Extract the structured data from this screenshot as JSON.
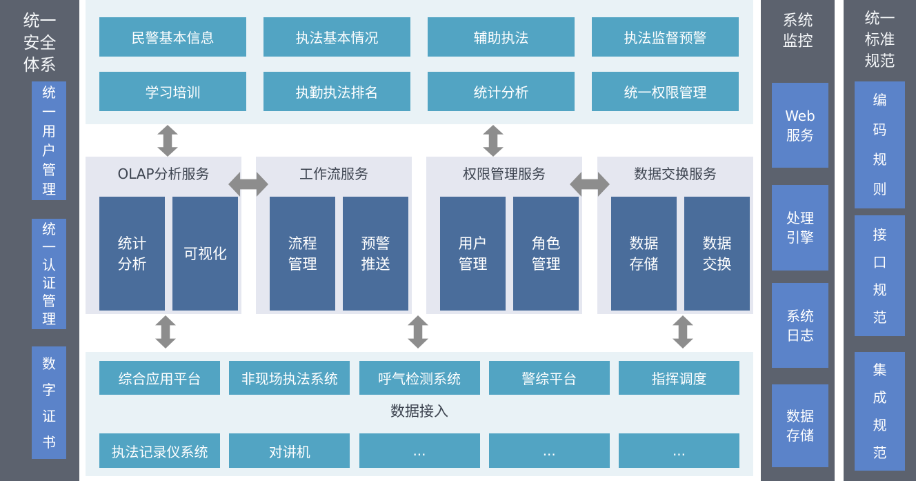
{
  "colors": {
    "column_dark": "#5c626e",
    "side_box_blue": "#5b83c9",
    "layer_bg": "#e9f2f6",
    "teal_box": "#52a4c3",
    "service_panel_bg": "#e5e7f0",
    "navy_box": "#4a6d9b",
    "arrow_gray": "#8d8d8d",
    "title_text": "#3d4450"
  },
  "security_column": {
    "title": "统一\n安全\n体系",
    "items": [
      "统\n一\n用\n户\n管\n理",
      "统\n一\n认\n证\n管\n理",
      "数\n字\n证\n书"
    ]
  },
  "application_layer": {
    "boxes": [
      "民警基本信息",
      "执法基本情况",
      "辅助执法",
      "执法监督预警",
      "学习培训",
      "执勤执法排名",
      "统计分析",
      "统一权限管理"
    ]
  },
  "service_layer": {
    "panels": [
      {
        "title": "OLAP分析服务",
        "boxes": [
          "统计\n分析",
          "可视化"
        ]
      },
      {
        "title": "工作流服务",
        "boxes": [
          "流程\n管理",
          "预警\n推送"
        ]
      },
      {
        "title": "权限管理服务",
        "boxes": [
          "用户\n管理",
          "角色\n管理"
        ]
      },
      {
        "title": "数据交换服务",
        "boxes": [
          "数据\n存储",
          "数据\n交换"
        ]
      }
    ]
  },
  "access_layer": {
    "title": "数据接入",
    "row1": [
      "综合应用平台",
      "非现场执法系统",
      "呼气检测系统",
      "警综平台",
      "指挥调度"
    ],
    "row2": [
      "执法记录仪系统",
      "对讲机",
      "...",
      "...",
      "..."
    ]
  },
  "monitor_column": {
    "title": "系统\n监控",
    "items": [
      "Web\n服务",
      "处理\n引擎",
      "系统\n日志",
      "数据\n存储"
    ]
  },
  "standard_column": {
    "title": "统一\n标准\n规范",
    "items": [
      "编\n码\n规\n则",
      "接\n口\n规\n范",
      "集\n成\n规\n范"
    ]
  }
}
